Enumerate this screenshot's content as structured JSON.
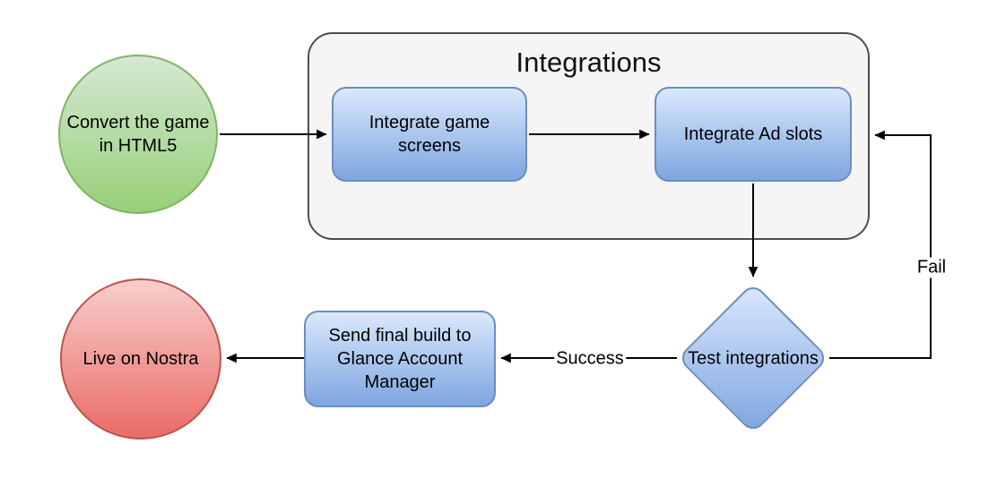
{
  "diagram": {
    "background": "#ffffff",
    "group": {
      "title": "Integrations",
      "fill": "#f5f5f5",
      "stroke": "#4d4d4d"
    },
    "nodes": {
      "start": {
        "label": "Convert the game in HTML5",
        "shape": "circle",
        "fill_top": "#d5e8d4",
        "fill_bottom": "#97d077",
        "stroke": "#82b366"
      },
      "integrate_screens": {
        "label": "Integrate game screens",
        "shape": "rounded-rect",
        "fill_top": "#dae8fc",
        "fill_bottom": "#7ea6e0",
        "stroke": "#6c8ebf"
      },
      "integrate_ads": {
        "label": "Integrate Ad slots",
        "shape": "rounded-rect",
        "fill_top": "#dae8fc",
        "fill_bottom": "#7ea6e0",
        "stroke": "#6c8ebf"
      },
      "test": {
        "label": "Test integrations",
        "shape": "diamond",
        "fill_top": "#dae8fc",
        "fill_bottom": "#7ea6e0",
        "stroke": "#6c8ebf"
      },
      "send_build": {
        "label": "Send final build to Glance Account Manager",
        "shape": "rounded-rect",
        "fill_top": "#dae8fc",
        "fill_bottom": "#7ea6e0",
        "stroke": "#6c8ebf"
      },
      "live": {
        "label": "Live on Nostra",
        "shape": "circle",
        "fill_top": "#f8cecc",
        "fill_bottom": "#ea6b66",
        "stroke": "#b85450"
      }
    },
    "edge_labels": {
      "success": "Success",
      "fail": "Fail"
    },
    "arrow_color": "#000000",
    "text_color": "#000000"
  }
}
